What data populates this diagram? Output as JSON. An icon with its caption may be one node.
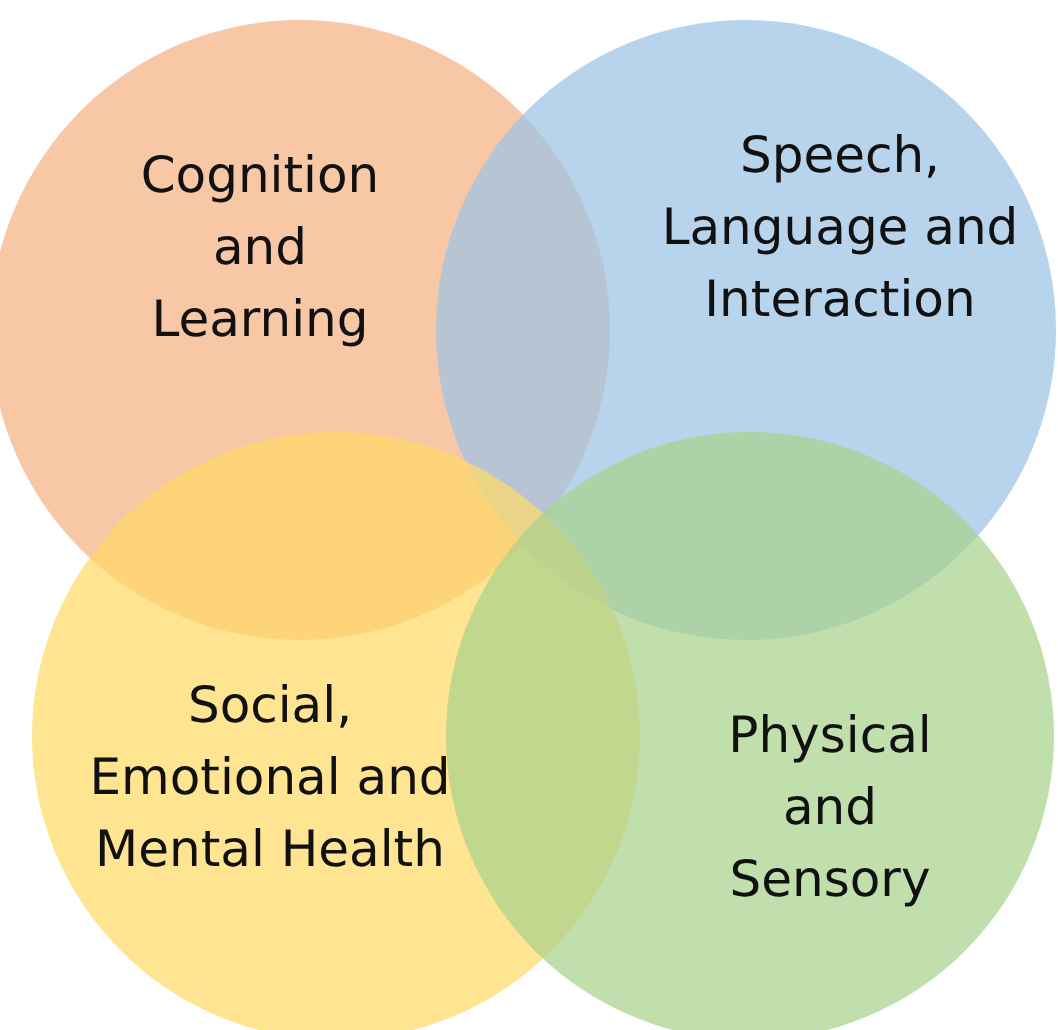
{
  "diagram": {
    "nodes": [
      {
        "text": [
          "Cognition and Learning"
        ]
      },
      {
        "text": [
          "Speech, Language and Interaction"
        ]
      },
      {
        "text": [
          "Social, Emotional and Mental Health"
        ]
      },
      {
        "text": [
          "Physical and Sensory"
        ]
      }
    ]
  }
}
